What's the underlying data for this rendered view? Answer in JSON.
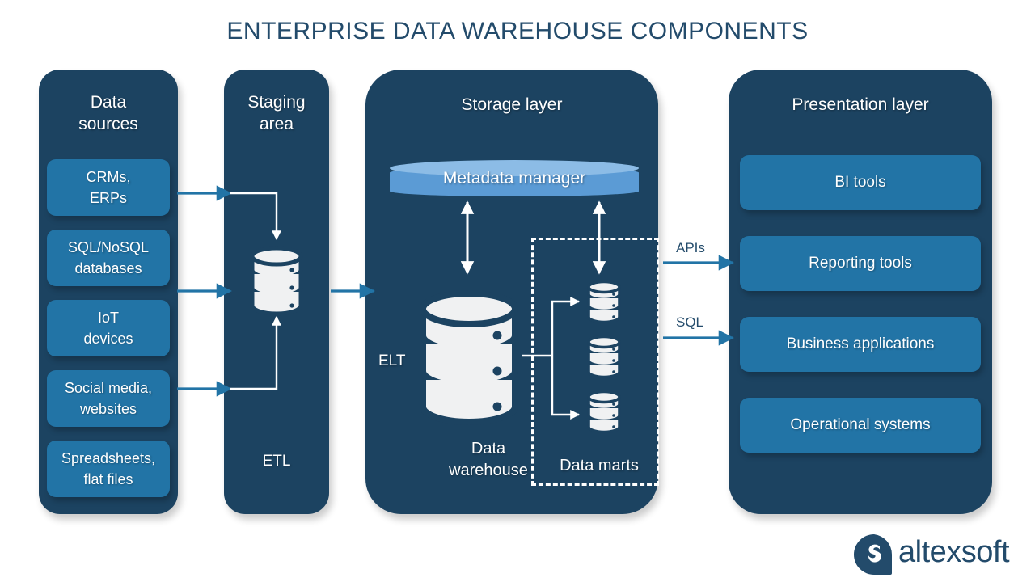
{
  "title": "ENTERPRISE DATA WAREHOUSE COMPONENTS",
  "colors": {
    "background": "#ffffff",
    "panel": "#1C4361",
    "chip": "#2274A6",
    "accent_arrow": "#2274A6",
    "metadata_cylinder": "#5B9BD5",
    "metadata_cylinder_top": "#8CBCE6",
    "database_fill": "#F0F1F2",
    "title_text": "#234B6B",
    "panel_text": "#ffffff"
  },
  "panels": {
    "data_sources": {
      "title": "Data\nsources",
      "title_line1": "Data",
      "title_line2": "sources",
      "items": [
        {
          "label": "CRMs,\nERPs",
          "line1": "CRMs,",
          "line2": "ERPs"
        },
        {
          "label": "SQL/NoSQL\ndatabases",
          "line1": "SQL/NoSQL",
          "line2": "databases"
        },
        {
          "label": "IoT\ndevices",
          "line1": "IoT",
          "line2": "devices"
        },
        {
          "label": "Social media,\nwebsites",
          "line1": "Social media,",
          "line2": "websites"
        },
        {
          "label": "Spreadsheets,\nflat files",
          "line1": "Spreadsheets,",
          "line2": "flat files"
        }
      ]
    },
    "staging_area": {
      "title_line1": "Staging",
      "title_line2": "area",
      "process_label": "ETL",
      "icon": "database-cylinder-icon"
    },
    "storage_layer": {
      "title": "Storage layer",
      "process_label": "ELT",
      "metadata_manager": "Metadata manager",
      "data_warehouse_line1": "Data",
      "data_warehouse_line2": "warehouse",
      "data_marts": "Data marts",
      "data_mart_count": 3
    },
    "presentation_layer": {
      "title": "Presentation layer",
      "items": [
        {
          "label": "BI tools"
        },
        {
          "label": "Reporting tools"
        },
        {
          "label": "Business applications"
        },
        {
          "label": "Operational systems"
        }
      ]
    }
  },
  "flows": {
    "apis": "APIs",
    "sql": "SQL"
  },
  "logo": {
    "wordmark": "altexsoft",
    "mark": "speech-bubble-icon"
  }
}
